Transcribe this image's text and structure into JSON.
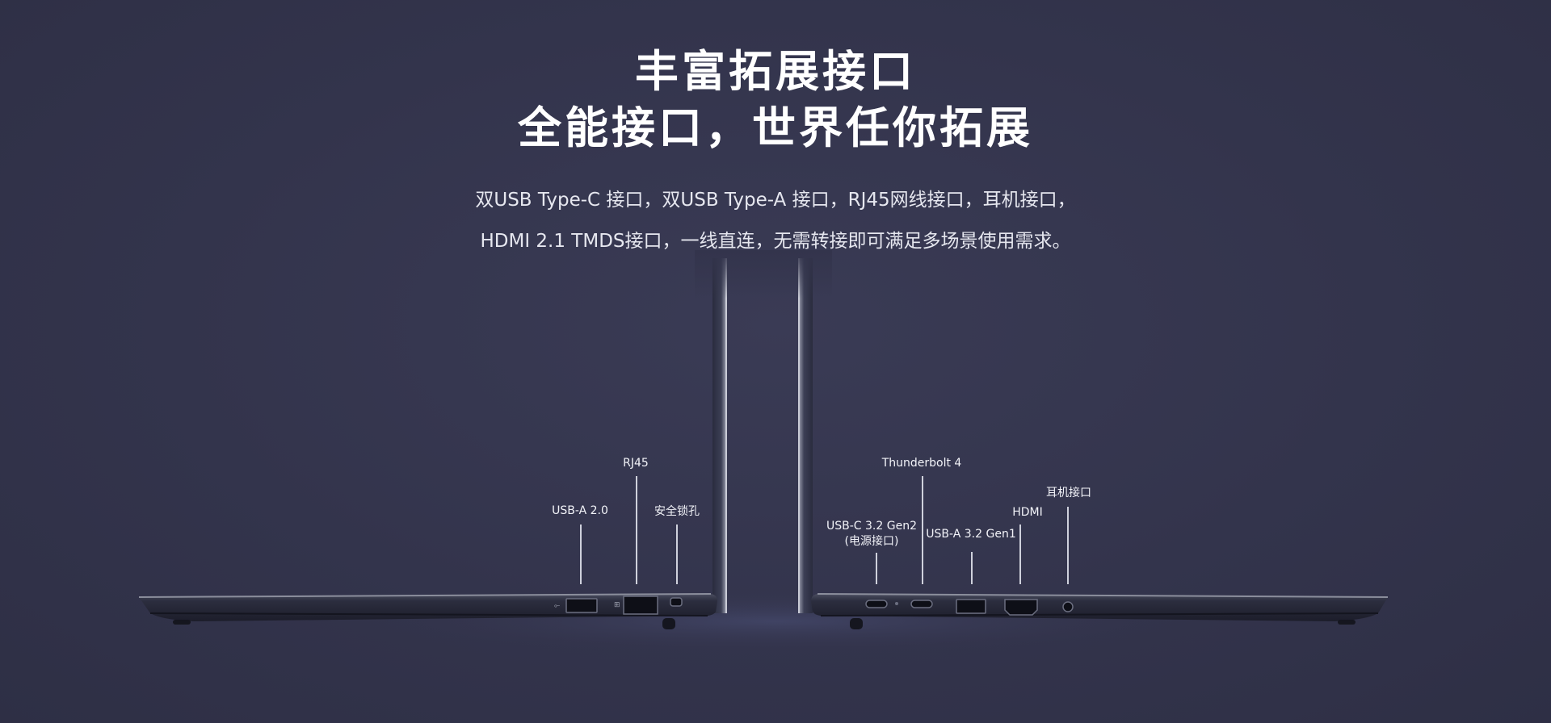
{
  "headline": {
    "line1": "丰富拓展接口",
    "line2": "全能接口，世界任你拓展"
  },
  "description": {
    "line1": "双USB Type-C 接口，双USB Type-A 接口，RJ45网线接口，耳机接口，",
    "line2": "HDMI 2.1 TMDS接口，一线直连，无需转接即可满足多场景使用需求。"
  },
  "ports_left": {
    "usb_a_2": "USB-A 2.0",
    "rj45": "RJ45",
    "lock": "安全锁孔"
  },
  "ports_right": {
    "usb_c_line1": "USB-C 3.2 Gen2",
    "usb_c_line2": "(电源接口)",
    "thunderbolt": "Thunderbolt 4",
    "usb_a_3": "USB-A 3.2 Gen1",
    "hdmi": "HDMI",
    "headphone": "耳机接口"
  },
  "colors": {
    "background": "#33344c",
    "laptop_body": "#262838",
    "laptop_edge": "#8b8e9c"
  }
}
